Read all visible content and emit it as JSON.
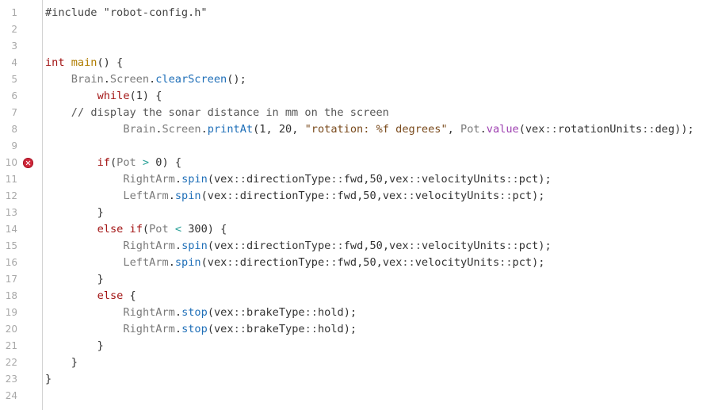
{
  "editor": {
    "breakpoint_line": 10,
    "lines": [
      {
        "n": "1",
        "indent": 0,
        "tokens": [
          {
            "t": "#include \"robot-config.h\"",
            "c": "tok-pre"
          }
        ]
      },
      {
        "n": "2",
        "indent": 0,
        "tokens": []
      },
      {
        "n": "3",
        "indent": 0,
        "tokens": []
      },
      {
        "n": "4",
        "indent": 0,
        "tokens": [
          {
            "t": "int",
            "c": "tok-kw"
          },
          {
            "t": " ",
            "c": "tok-plain"
          },
          {
            "t": "main",
            "c": "tok-func"
          },
          {
            "t": "() {",
            "c": "tok-plain"
          }
        ]
      },
      {
        "n": "5",
        "indent": 4,
        "tokens": [
          {
            "t": "Brain",
            "c": "tok-obj"
          },
          {
            "t": ".",
            "c": "tok-plain"
          },
          {
            "t": "Screen",
            "c": "tok-obj"
          },
          {
            "t": ".",
            "c": "tok-plain"
          },
          {
            "t": "clearScreen",
            "c": "tok-method"
          },
          {
            "t": "();",
            "c": "tok-plain"
          }
        ]
      },
      {
        "n": "6",
        "indent": 8,
        "tokens": [
          {
            "t": "while",
            "c": "tok-kw"
          },
          {
            "t": "(1) {",
            "c": "tok-plain"
          }
        ]
      },
      {
        "n": "7",
        "indent": 4,
        "tokens": [
          {
            "t": "// display the sonar distance in mm on the screen",
            "c": "tok-comment"
          }
        ]
      },
      {
        "n": "8",
        "indent": 12,
        "tokens": [
          {
            "t": "Brain",
            "c": "tok-obj"
          },
          {
            "t": ".",
            "c": "tok-plain"
          },
          {
            "t": "Screen",
            "c": "tok-obj"
          },
          {
            "t": ".",
            "c": "tok-plain"
          },
          {
            "t": "printAt",
            "c": "tok-method"
          },
          {
            "t": "(1, 20, ",
            "c": "tok-plain"
          },
          {
            "t": "\"rotation: %f degrees\"",
            "c": "tok-str"
          },
          {
            "t": ", ",
            "c": "tok-plain"
          },
          {
            "t": "Pot",
            "c": "tok-obj"
          },
          {
            "t": ".",
            "c": "tok-plain"
          },
          {
            "t": "value",
            "c": "tok-method2"
          },
          {
            "t": "(vex",
            "c": "tok-plain"
          },
          {
            "t": "::",
            "c": "tok-scope"
          },
          {
            "t": "rotationUnits",
            "c": "tok-plain"
          },
          {
            "t": "::",
            "c": "tok-scope"
          },
          {
            "t": "deg));",
            "c": "tok-plain"
          }
        ]
      },
      {
        "n": "9",
        "indent": 0,
        "tokens": []
      },
      {
        "n": "10",
        "indent": 8,
        "tokens": [
          {
            "t": "if",
            "c": "tok-kw"
          },
          {
            "t": "(",
            "c": "tok-plain"
          },
          {
            "t": "Pot",
            "c": "tok-obj"
          },
          {
            "t": " ",
            "c": "tok-plain"
          },
          {
            "t": ">",
            "c": "tok-op"
          },
          {
            "t": " 0) {",
            "c": "tok-plain"
          }
        ]
      },
      {
        "n": "11",
        "indent": 12,
        "tokens": [
          {
            "t": "RightArm",
            "c": "tok-obj"
          },
          {
            "t": ".",
            "c": "tok-plain"
          },
          {
            "t": "spin",
            "c": "tok-method"
          },
          {
            "t": "(vex",
            "c": "tok-plain"
          },
          {
            "t": "::",
            "c": "tok-scope"
          },
          {
            "t": "directionType",
            "c": "tok-plain"
          },
          {
            "t": "::",
            "c": "tok-scope"
          },
          {
            "t": "fwd,50,vex",
            "c": "tok-plain"
          },
          {
            "t": "::",
            "c": "tok-scope"
          },
          {
            "t": "velocityUnits",
            "c": "tok-plain"
          },
          {
            "t": "::",
            "c": "tok-scope"
          },
          {
            "t": "pct);",
            "c": "tok-plain"
          }
        ]
      },
      {
        "n": "12",
        "indent": 12,
        "tokens": [
          {
            "t": "LeftArm",
            "c": "tok-obj"
          },
          {
            "t": ".",
            "c": "tok-plain"
          },
          {
            "t": "spin",
            "c": "tok-method"
          },
          {
            "t": "(vex",
            "c": "tok-plain"
          },
          {
            "t": "::",
            "c": "tok-scope"
          },
          {
            "t": "directionType",
            "c": "tok-plain"
          },
          {
            "t": "::",
            "c": "tok-scope"
          },
          {
            "t": "fwd,50,vex",
            "c": "tok-plain"
          },
          {
            "t": "::",
            "c": "tok-scope"
          },
          {
            "t": "velocityUnits",
            "c": "tok-plain"
          },
          {
            "t": "::",
            "c": "tok-scope"
          },
          {
            "t": "pct);",
            "c": "tok-plain"
          }
        ]
      },
      {
        "n": "13",
        "indent": 8,
        "tokens": [
          {
            "t": "}",
            "c": "tok-plain"
          }
        ]
      },
      {
        "n": "14",
        "indent": 8,
        "tokens": [
          {
            "t": "else",
            "c": "tok-kw"
          },
          {
            "t": " ",
            "c": "tok-plain"
          },
          {
            "t": "if",
            "c": "tok-kw"
          },
          {
            "t": "(",
            "c": "tok-plain"
          },
          {
            "t": "Pot",
            "c": "tok-obj"
          },
          {
            "t": " ",
            "c": "tok-plain"
          },
          {
            "t": "<",
            "c": "tok-op"
          },
          {
            "t": " 300) {",
            "c": "tok-plain"
          }
        ]
      },
      {
        "n": "15",
        "indent": 12,
        "tokens": [
          {
            "t": "RightArm",
            "c": "tok-obj"
          },
          {
            "t": ".",
            "c": "tok-plain"
          },
          {
            "t": "spin",
            "c": "tok-method"
          },
          {
            "t": "(vex",
            "c": "tok-plain"
          },
          {
            "t": "::",
            "c": "tok-scope"
          },
          {
            "t": "directionType",
            "c": "tok-plain"
          },
          {
            "t": "::",
            "c": "tok-scope"
          },
          {
            "t": "fwd,50,vex",
            "c": "tok-plain"
          },
          {
            "t": "::",
            "c": "tok-scope"
          },
          {
            "t": "velocityUnits",
            "c": "tok-plain"
          },
          {
            "t": "::",
            "c": "tok-scope"
          },
          {
            "t": "pct);",
            "c": "tok-plain"
          }
        ]
      },
      {
        "n": "16",
        "indent": 12,
        "tokens": [
          {
            "t": "LeftArm",
            "c": "tok-obj"
          },
          {
            "t": ".",
            "c": "tok-plain"
          },
          {
            "t": "spin",
            "c": "tok-method"
          },
          {
            "t": "(vex",
            "c": "tok-plain"
          },
          {
            "t": "::",
            "c": "tok-scope"
          },
          {
            "t": "directionType",
            "c": "tok-plain"
          },
          {
            "t": "::",
            "c": "tok-scope"
          },
          {
            "t": "fwd,50,vex",
            "c": "tok-plain"
          },
          {
            "t": "::",
            "c": "tok-scope"
          },
          {
            "t": "velocityUnits",
            "c": "tok-plain"
          },
          {
            "t": "::",
            "c": "tok-scope"
          },
          {
            "t": "pct);",
            "c": "tok-plain"
          }
        ]
      },
      {
        "n": "17",
        "indent": 8,
        "tokens": [
          {
            "t": "}",
            "c": "tok-plain"
          }
        ]
      },
      {
        "n": "18",
        "indent": 8,
        "tokens": [
          {
            "t": "else",
            "c": "tok-kw"
          },
          {
            "t": " {",
            "c": "tok-plain"
          }
        ]
      },
      {
        "n": "19",
        "indent": 12,
        "tokens": [
          {
            "t": "RightArm",
            "c": "tok-obj"
          },
          {
            "t": ".",
            "c": "tok-plain"
          },
          {
            "t": "stop",
            "c": "tok-method"
          },
          {
            "t": "(vex",
            "c": "tok-plain"
          },
          {
            "t": "::",
            "c": "tok-scope"
          },
          {
            "t": "brakeType",
            "c": "tok-plain"
          },
          {
            "t": "::",
            "c": "tok-scope"
          },
          {
            "t": "hold);",
            "c": "tok-plain"
          }
        ]
      },
      {
        "n": "20",
        "indent": 12,
        "tokens": [
          {
            "t": "RightArm",
            "c": "tok-obj"
          },
          {
            "t": ".",
            "c": "tok-plain"
          },
          {
            "t": "stop",
            "c": "tok-method"
          },
          {
            "t": "(vex",
            "c": "tok-plain"
          },
          {
            "t": "::",
            "c": "tok-scope"
          },
          {
            "t": "brakeType",
            "c": "tok-plain"
          },
          {
            "t": "::",
            "c": "tok-scope"
          },
          {
            "t": "hold);",
            "c": "tok-plain"
          }
        ]
      },
      {
        "n": "21",
        "indent": 8,
        "tokens": [
          {
            "t": "}",
            "c": "tok-plain"
          }
        ]
      },
      {
        "n": "22",
        "indent": 4,
        "tokens": [
          {
            "t": "}",
            "c": "tok-plain"
          }
        ]
      },
      {
        "n": "23",
        "indent": 0,
        "tokens": [
          {
            "t": "}",
            "c": "tok-plain"
          }
        ]
      },
      {
        "n": "24",
        "indent": 0,
        "tokens": []
      }
    ]
  },
  "icons": {
    "breakpoint": "error-breakpoint-icon"
  },
  "colors": {
    "keyword": "#a31515",
    "function": "#b07d00",
    "method": "#1f6fb8",
    "method_alt": "#9d3fb0",
    "object": "#7a7a7a",
    "string": "#7a4b1d",
    "operator": "#2aa198",
    "breakpoint": "#d0273a"
  }
}
